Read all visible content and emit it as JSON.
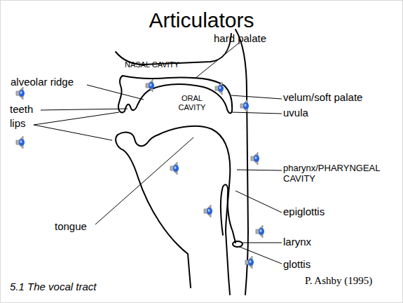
{
  "diagram": {
    "title": "Articulators",
    "caption": "5.1 The vocal tract",
    "labels": [
      "hard palate",
      "NASAL CAVITY",
      "ORAL CAVITY",
      "alveolar ridge",
      "teeth",
      "lips",
      "velum/soft palate",
      "uvula",
      "pharynx/PHARYNGEAL CAVITY",
      "tongue",
      "epiglottis",
      "larynx",
      "glottis",
      "P. Ashby (1995)"
    ]
  }
}
